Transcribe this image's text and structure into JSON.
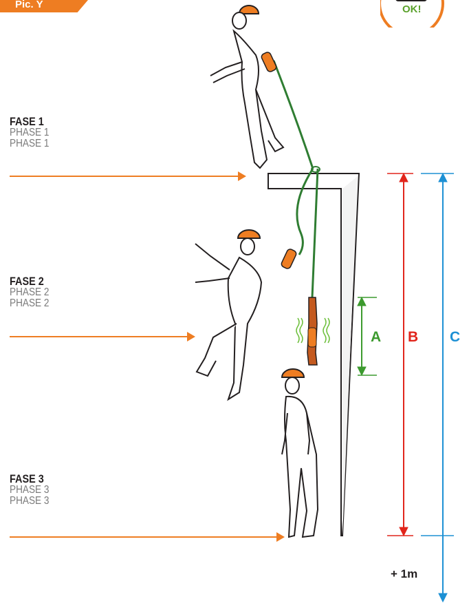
{
  "tag": {
    "text": "Pic. Y"
  },
  "badge": {
    "text": "OK!"
  },
  "phases": [
    {
      "fase": "FASE 1",
      "en": "PHASE 1",
      "fr": "PHASE 1"
    },
    {
      "fase": "FASE 2",
      "en": "PHASE 2",
      "fr": "PHASE 2"
    },
    {
      "fase": "FASE 3",
      "en": "PHASE 3",
      "fr": "PHASE 3"
    }
  ],
  "dimensions": {
    "a": "A",
    "b": "B",
    "c": "C",
    "extra": "+ 1m"
  },
  "colors": {
    "orange": "#ee7d22",
    "green": "#3c9a2e",
    "red": "#e1251b",
    "blue": "#1d90d4",
    "rope": "#2f7d32"
  }
}
